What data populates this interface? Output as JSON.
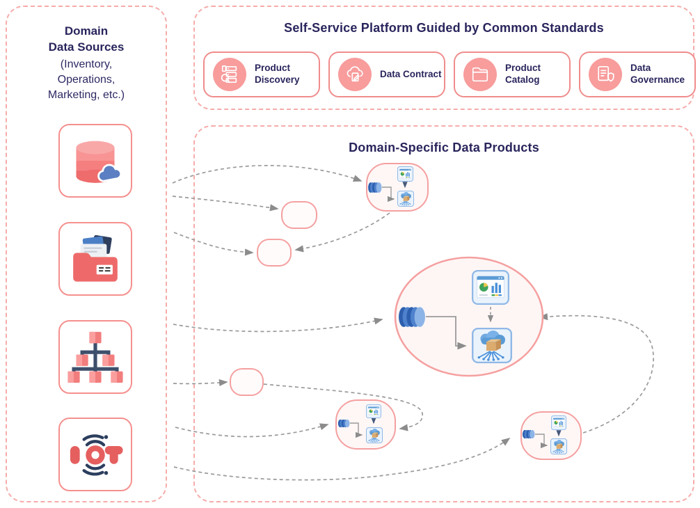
{
  "colors": {
    "navy_text": "#29255c",
    "panel_dashed_border": "#f5acaa",
    "card_border": "#f08c8c",
    "icon_bubble": "#f89c9c",
    "node_border": "#f5a0a0",
    "node_fill": "#fef7f6",
    "arrow_gray": "#9a9a9a",
    "data_blue": "#4a90d9"
  },
  "left_panel": {
    "title_lines": [
      "Domain",
      "Data Sources"
    ],
    "subtitle_lines": [
      "(Inventory,",
      "Operations,",
      "Marketing, etc.)"
    ],
    "sources": [
      {
        "id": "database-source",
        "icon": "database-cloud-icon"
      },
      {
        "id": "folder-source",
        "icon": "folder-documents-icon"
      },
      {
        "id": "hierarchy-source",
        "icon": "hierarchy-icon"
      },
      {
        "id": "iot-source",
        "icon": "iot-icon"
      }
    ]
  },
  "platform_panel": {
    "title": "Self-Service Platform Guided by Common Standards",
    "items": [
      {
        "label": "Product Discovery",
        "icon": "product-discovery-icon"
      },
      {
        "label": "Data Contract",
        "icon": "data-contract-icon"
      },
      {
        "label": "Product Catalog",
        "icon": "product-catalog-icon"
      },
      {
        "label": "Data Governance",
        "icon": "data-governance-icon"
      }
    ]
  },
  "products_panel": {
    "title": "Domain-Specific Data Products",
    "nodes": [
      {
        "id": "product-node-top",
        "contents": [
          "database-cylinder-icon",
          "dashboard-icon",
          "cloud-distribution-icon"
        ]
      },
      {
        "id": "consumer-node-1",
        "contents": []
      },
      {
        "id": "consumer-node-2",
        "contents": []
      },
      {
        "id": "product-node-main",
        "contents": [
          "database-cylinder-icon",
          "dashboard-icon",
          "cloud-distribution-icon"
        ]
      },
      {
        "id": "consumer-node-3",
        "contents": []
      },
      {
        "id": "product-node-small-1",
        "contents": [
          "database-cylinder-icon",
          "dashboard-icon",
          "cloud-distribution-icon"
        ]
      },
      {
        "id": "product-node-small-2",
        "contents": [
          "database-cylinder-icon",
          "dashboard-icon",
          "cloud-distribution-icon"
        ]
      }
    ],
    "connections": [
      {
        "from": "database-source",
        "to": "product-node-top"
      },
      {
        "from": "database-source",
        "to": "consumer-node-1"
      },
      {
        "from": "folder-source",
        "to": "consumer-node-2"
      },
      {
        "from": "product-node-top",
        "to": "consumer-node-2"
      },
      {
        "from": "hierarchy-source",
        "to": "product-node-main"
      },
      {
        "from": "hierarchy-source",
        "to": "consumer-node-3"
      },
      {
        "from": "consumer-node-3",
        "to": "product-node-small-1"
      },
      {
        "from": "iot-source",
        "to": "product-node-small-1"
      },
      {
        "from": "iot-source",
        "to": "product-node-small-2"
      },
      {
        "from": "product-node-small-2",
        "to": "product-node-main"
      }
    ]
  }
}
